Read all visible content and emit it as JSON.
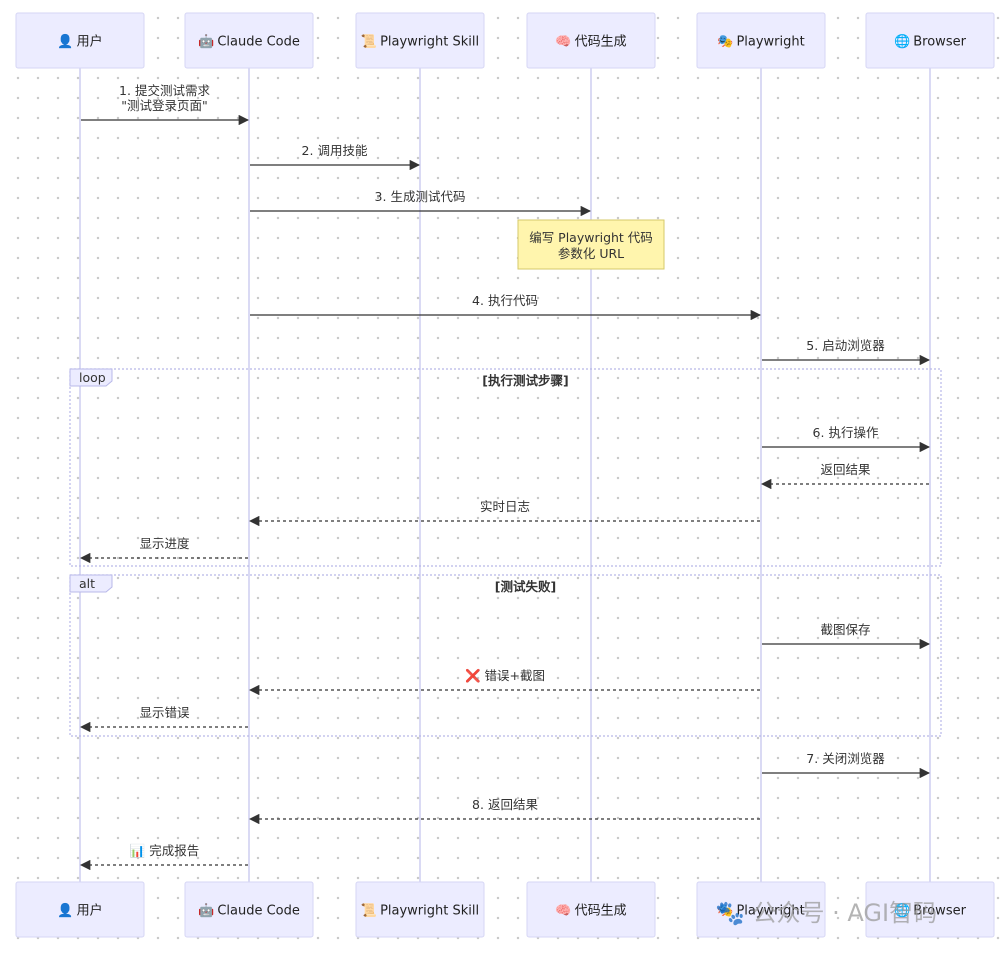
{
  "actors": [
    {
      "id": "user",
      "icon": "👤",
      "label": "用户",
      "icon_name": "user-icon"
    },
    {
      "id": "claude",
      "icon": "🤖",
      "label": "Claude Code",
      "icon_name": "robot-icon"
    },
    {
      "id": "skill",
      "icon": "📜",
      "label": "Playwright Skill",
      "icon_name": "scroll-icon"
    },
    {
      "id": "codegen",
      "icon": "🧠",
      "label": "代码生成",
      "icon_name": "brain-icon"
    },
    {
      "id": "playwright",
      "icon": "🎭",
      "label": "Playwright",
      "icon_name": "theater-masks-icon"
    },
    {
      "id": "browser",
      "icon": "🌐",
      "label": "Browser",
      "icon_name": "globe-icon"
    }
  ],
  "messages": [
    {
      "from": "user",
      "to": "claude",
      "lines": [
        "1. 提交测试需求",
        "\"测试登录页面\""
      ],
      "style": "solid"
    },
    {
      "from": "claude",
      "to": "skill",
      "lines": [
        "2. 调用技能"
      ],
      "style": "solid"
    },
    {
      "from": "claude",
      "to": "codegen",
      "lines": [
        "3. 生成测试代码"
      ],
      "style": "solid"
    },
    {
      "from": "claude",
      "to": "playwright",
      "lines": [
        "4. 执行代码"
      ],
      "style": "solid"
    },
    {
      "from": "playwright",
      "to": "browser",
      "lines": [
        "5. 启动浏览器"
      ],
      "style": "solid"
    },
    {
      "from": "playwright",
      "to": "browser",
      "lines": [
        "6. 执行操作"
      ],
      "style": "solid"
    },
    {
      "from": "browser",
      "to": "playwright",
      "lines": [
        "返回结果"
      ],
      "style": "dashed"
    },
    {
      "from": "playwright",
      "to": "claude",
      "lines": [
        "实时日志"
      ],
      "style": "dashed"
    },
    {
      "from": "claude",
      "to": "user",
      "lines": [
        "显示进度"
      ],
      "style": "dashed"
    },
    {
      "from": "playwright",
      "to": "browser",
      "lines": [
        "截图保存"
      ],
      "style": "solid"
    },
    {
      "from": "playwright",
      "to": "claude",
      "lines": [
        "❌ 错误+截图"
      ],
      "style": "dashed"
    },
    {
      "from": "claude",
      "to": "user",
      "lines": [
        "显示错误"
      ],
      "style": "dashed"
    },
    {
      "from": "playwright",
      "to": "browser",
      "lines": [
        "7. 关闭浏览器"
      ],
      "style": "solid"
    },
    {
      "from": "playwright",
      "to": "claude",
      "lines": [
        "8. 返回结果"
      ],
      "style": "dashed"
    },
    {
      "from": "claude",
      "to": "user",
      "lines": [
        "📊 完成报告"
      ],
      "style": "dashed"
    }
  ],
  "note": {
    "over": "codegen",
    "lines": [
      "编写 Playwright 代码",
      "参数化 URL"
    ]
  },
  "frames": [
    {
      "kind": "loop",
      "condition": "[执行测试步骤]"
    },
    {
      "kind": "alt",
      "condition": "[测试失败]"
    }
  ],
  "watermark": "🐾 公众号 · AGI智码",
  "colors": {
    "actor_fill": "#ECECFF",
    "lifeline": "#cdcdf0",
    "arrow": "#333333",
    "note_fill": "#fff5ad",
    "frame_border": "#b8b8e8"
  }
}
